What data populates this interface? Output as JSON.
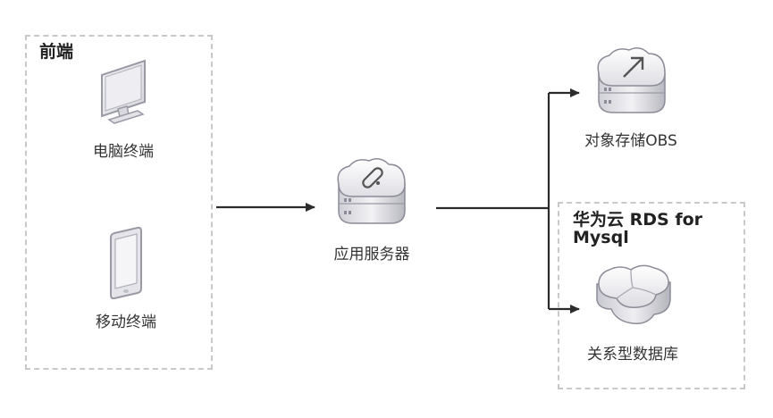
{
  "frontend": {
    "title": "前端",
    "pc_label": "电脑终端",
    "mobile_label": "移动终端"
  },
  "app_server": {
    "label": "应用服务器"
  },
  "obs": {
    "label": "对象存储OBS"
  },
  "rds_group": {
    "title_line1": "华为云 RDS for",
    "title_line2": "Mysql",
    "db_label": "关系型数据库"
  }
}
